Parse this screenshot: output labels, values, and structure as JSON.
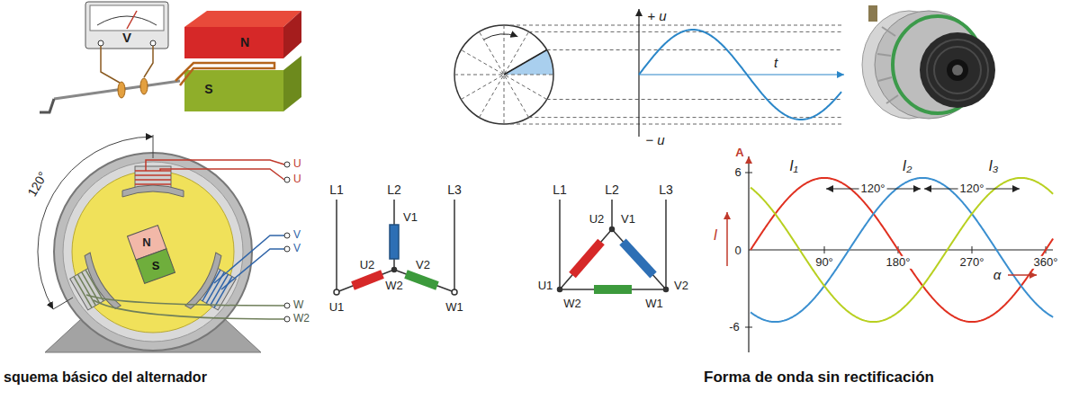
{
  "diagram": {
    "labels": [
      "V",
      "N",
      "S",
      "+ u",
      "t",
      "− u",
      "120°",
      "U",
      "U",
      "N",
      "S",
      "V",
      "V",
      "W",
      "W2",
      "L1",
      "L2",
      "L3",
      "V1",
      "U2",
      "V2",
      "W2",
      "U1",
      "W1",
      "L1",
      "L2",
      "L3",
      "U2",
      "V1",
      "U1",
      "V2",
      "W2",
      "W1",
      "A",
      "6",
      "I₁",
      "I₂",
      "I₃",
      "120°",
      "120°",
      "I",
      "0",
      "90°",
      "180°",
      "270°",
      "360°",
      "α",
      "-6",
      "squema básico del alternador",
      "Forma de onda sin rectificación"
    ]
  }
}
